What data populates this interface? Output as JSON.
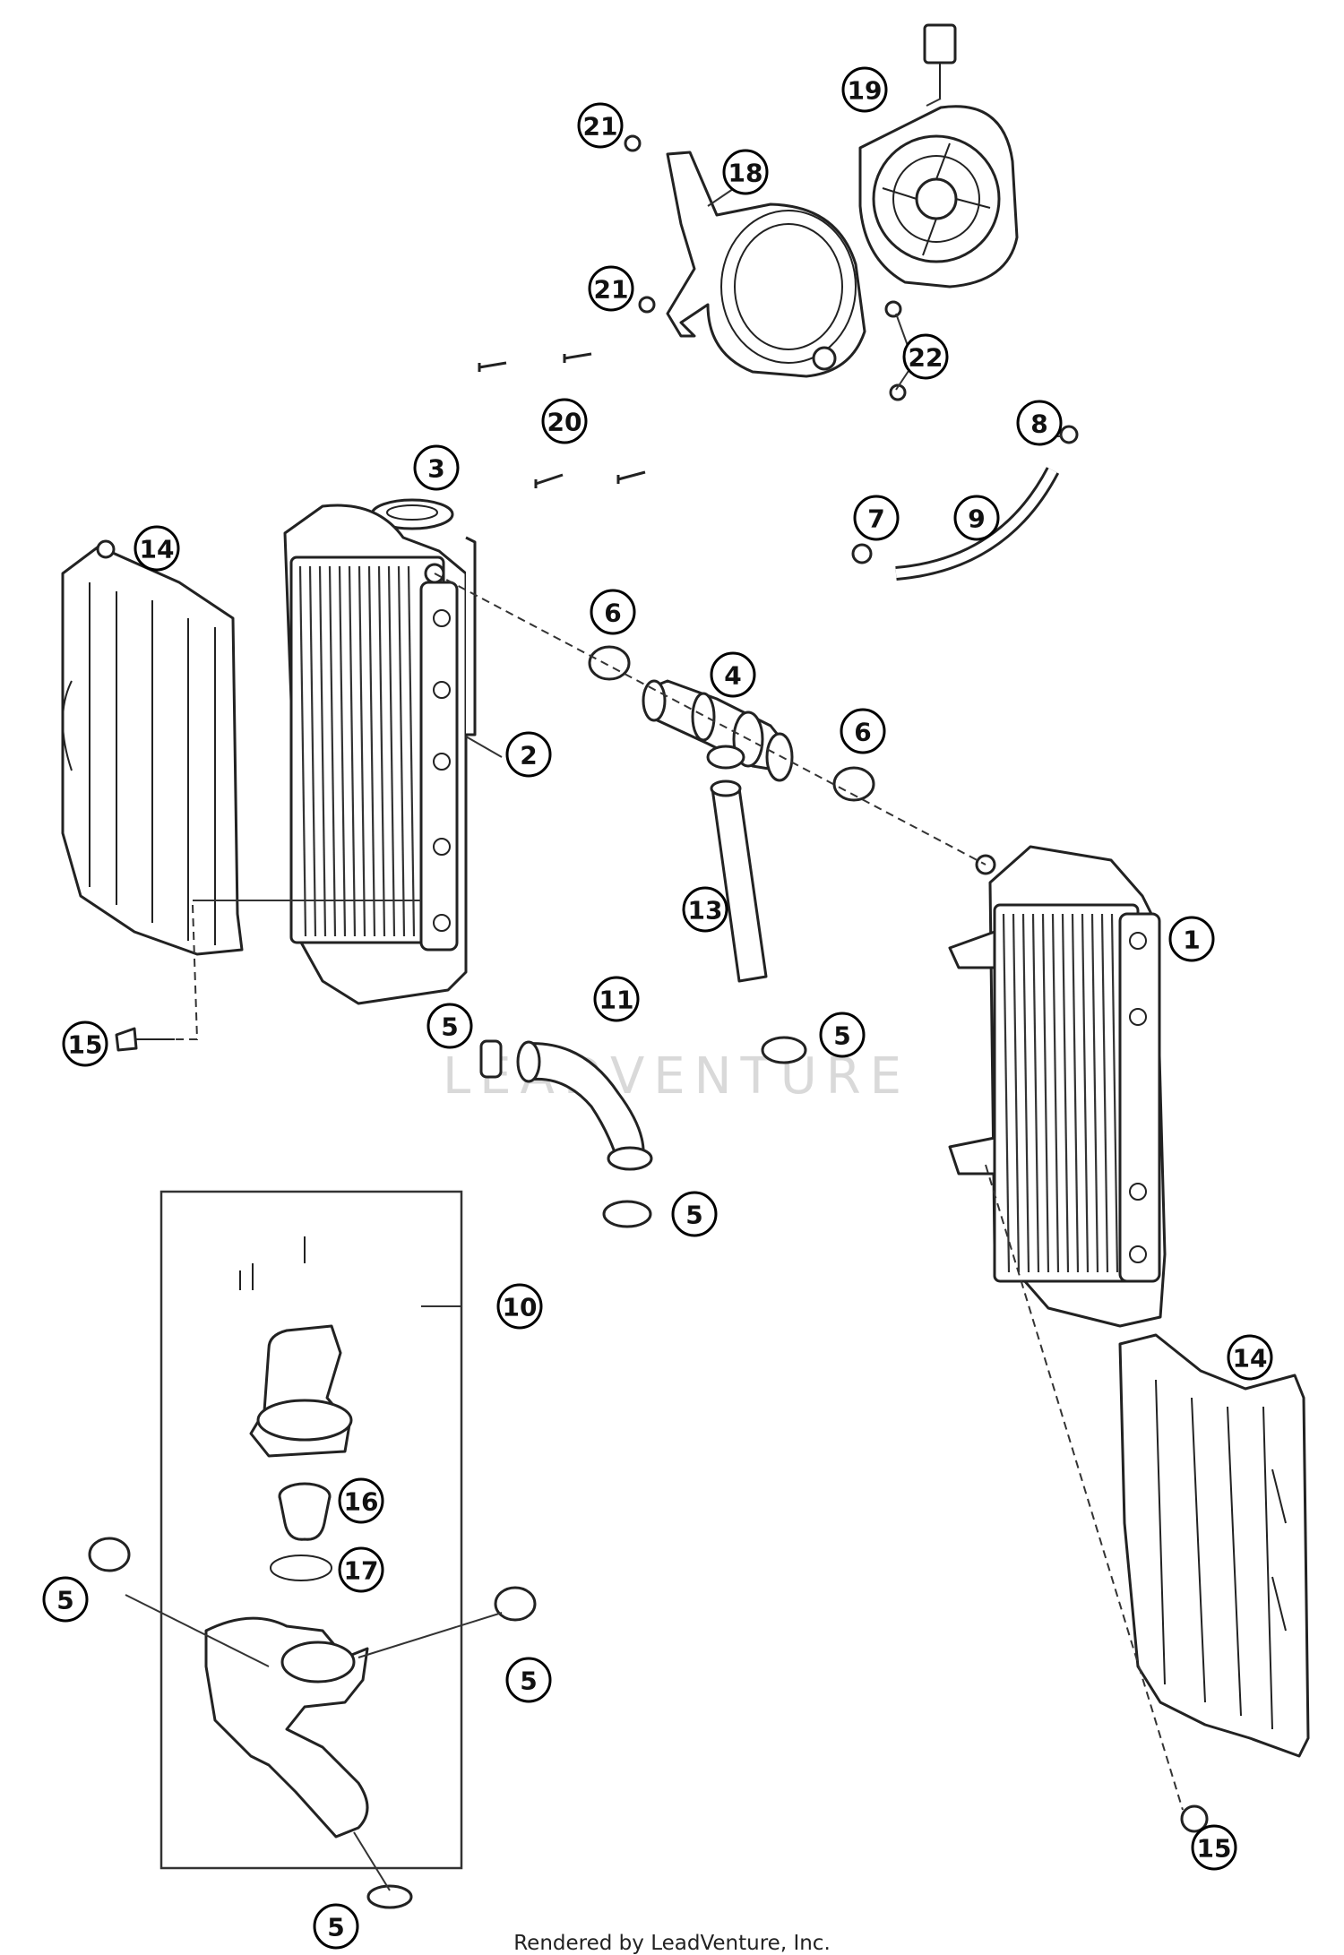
{
  "watermark": "LEADVENTURE",
  "credit": "Rendered by LeadVenture, Inc.",
  "callouts": [
    {
      "id": "19",
      "label": "19"
    },
    {
      "id": "21a",
      "label": "21"
    },
    {
      "id": "18",
      "label": "18"
    },
    {
      "id": "21b",
      "label": "21"
    },
    {
      "id": "22",
      "label": "22"
    },
    {
      "id": "20",
      "label": "20"
    },
    {
      "id": "8",
      "label": "8"
    },
    {
      "id": "3",
      "label": "3"
    },
    {
      "id": "7",
      "label": "7"
    },
    {
      "id": "9",
      "label": "9"
    },
    {
      "id": "14a",
      "label": "14"
    },
    {
      "id": "6a",
      "label": "6"
    },
    {
      "id": "4",
      "label": "4"
    },
    {
      "id": "2",
      "label": "2"
    },
    {
      "id": "6b",
      "label": "6"
    },
    {
      "id": "13",
      "label": "13"
    },
    {
      "id": "1",
      "label": "1"
    },
    {
      "id": "15a",
      "label": "15"
    },
    {
      "id": "11",
      "label": "11"
    },
    {
      "id": "5a",
      "label": "5"
    },
    {
      "id": "5b",
      "label": "5"
    },
    {
      "id": "5c",
      "label": "5"
    },
    {
      "id": "10",
      "label": "10"
    },
    {
      "id": "14b",
      "label": "14"
    },
    {
      "id": "16",
      "label": "16"
    },
    {
      "id": "17",
      "label": "17"
    },
    {
      "id": "5d",
      "label": "5"
    },
    {
      "id": "5e",
      "label": "5"
    },
    {
      "id": "15b",
      "label": "15"
    },
    {
      "id": "5f",
      "label": "5"
    }
  ]
}
